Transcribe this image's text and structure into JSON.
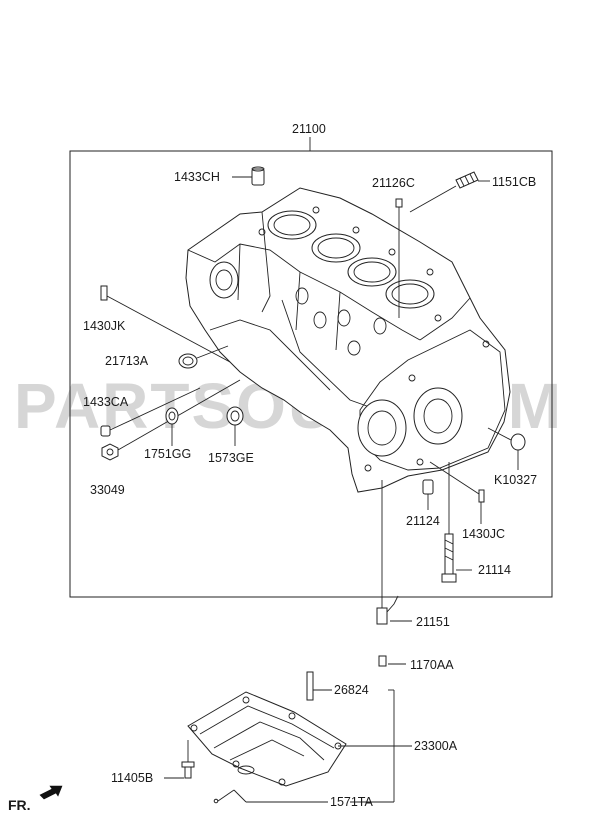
{
  "watermark": "PARTSOUQ.COM",
  "direction_label": "FR.",
  "labels": {
    "block": "21100",
    "l_1433CH": "1433CH",
    "l_21126C": "21126C",
    "l_1151CB": "1151CB",
    "l_1430JK": "1430JK",
    "l_21713A": "21713A",
    "l_1433CA": "1433CA",
    "l_1751GG": "1751GG",
    "l_1573GE": "1573GE",
    "l_33049": "33049",
    "l_K10327": "K10327",
    "l_21124": "21124",
    "l_1430JC": "1430JC",
    "l_21114": "21114",
    "l_21151": "21151",
    "l_1170AA": "1170AA",
    "l_26824": "26824",
    "l_23300A": "23300A",
    "l_11405B": "11405B",
    "l_1571TA": "1571TA"
  }
}
